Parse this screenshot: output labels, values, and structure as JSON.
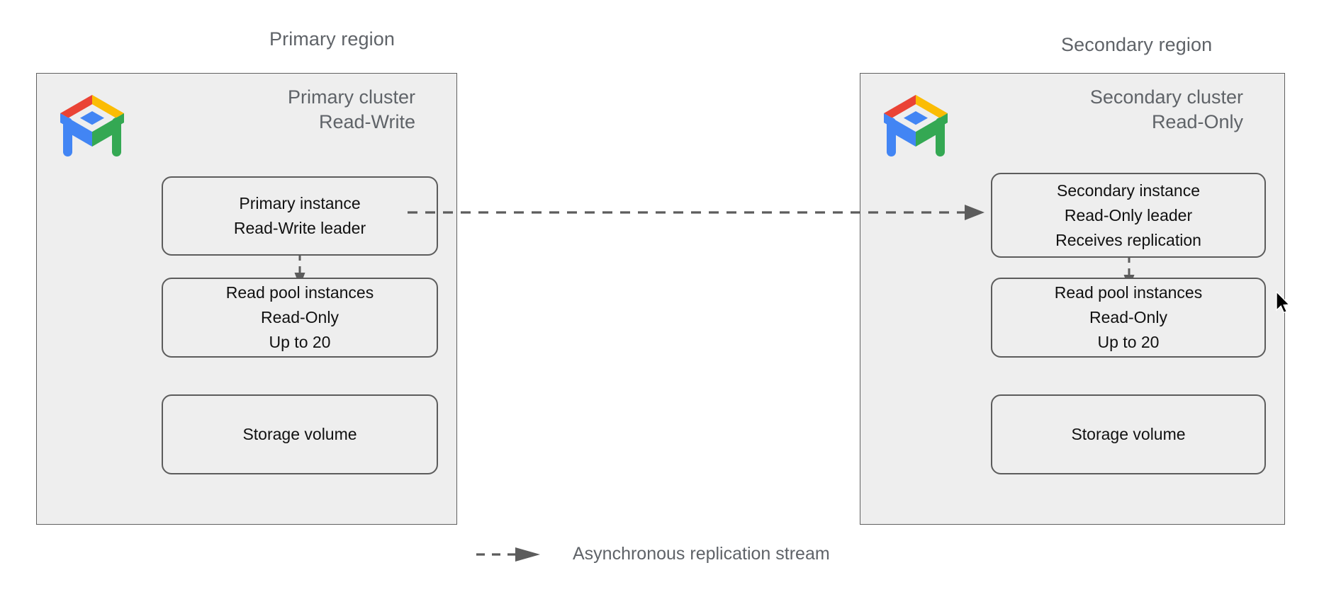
{
  "diagram": {
    "title_primary_region": "Primary region",
    "title_secondary_region": "Secondary region",
    "colors": {
      "panel_fill": "#eeeeee",
      "panel_border": "#606060",
      "node_border": "#5c5c5c",
      "node_text": "#111111",
      "muted_text": "#5f6368",
      "arrow": "#5c5c5c",
      "logo_red": "#ea4335",
      "logo_yellow": "#fbbc04",
      "logo_blue": "#4285f4",
      "logo_green": "#34a853"
    }
  },
  "primary": {
    "region_label": "Primary region",
    "cluster_title": "Primary cluster\nRead-Write",
    "logo_name": "alloydb-logo",
    "nodes": [
      {
        "id": "primary-instance",
        "label": "Primary instance\nRead-Write leader"
      },
      {
        "id": "primary-read-pool",
        "label": "Read pool instances\nRead-Only\nUp to 20"
      },
      {
        "id": "primary-storage",
        "label": "Storage volume"
      }
    ]
  },
  "secondary": {
    "region_label": "Secondary region",
    "cluster_title": "Secondary cluster\nRead-Only",
    "logo_name": "alloydb-logo",
    "nodes": [
      {
        "id": "secondary-instance",
        "label": "Secondary instance\nRead-Only leader\nReceives replication"
      },
      {
        "id": "secondary-read-pool",
        "label": "Read pool instances\nRead-Only\nUp to 20"
      },
      {
        "id": "secondary-storage",
        "label": "Storage volume"
      }
    ]
  },
  "legend": {
    "label": "Asynchronous replication stream",
    "style": "dashed-arrow"
  }
}
